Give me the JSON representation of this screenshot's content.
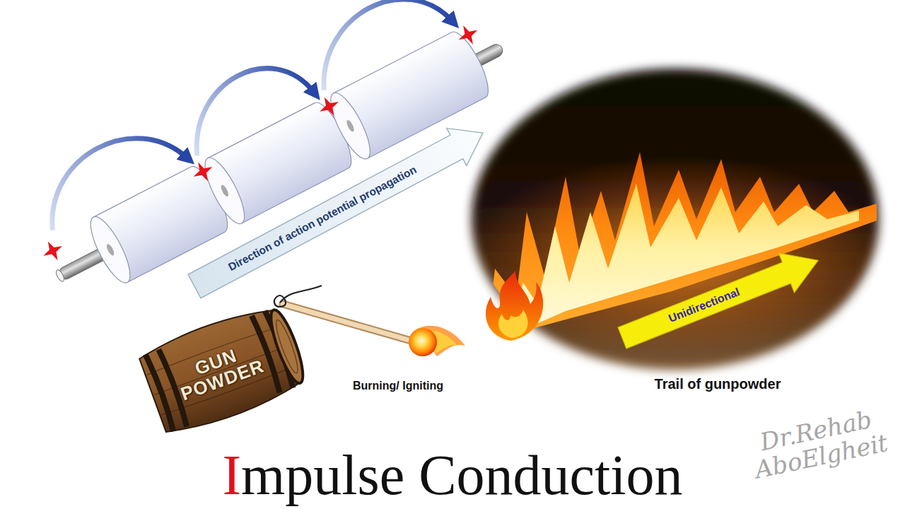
{
  "diagram": {
    "title": "Impulse Conduction",
    "nodes": [
      {
        "text": [
          "GUN POWDER"
        ]
      }
    ],
    "labels": [
      "Direction of action potential propagation",
      "Burning/ Igniting",
      "Trail of gunpowder",
      "Unidirectional",
      "Dr.Rehab AboElgheit"
    ]
  }
}
